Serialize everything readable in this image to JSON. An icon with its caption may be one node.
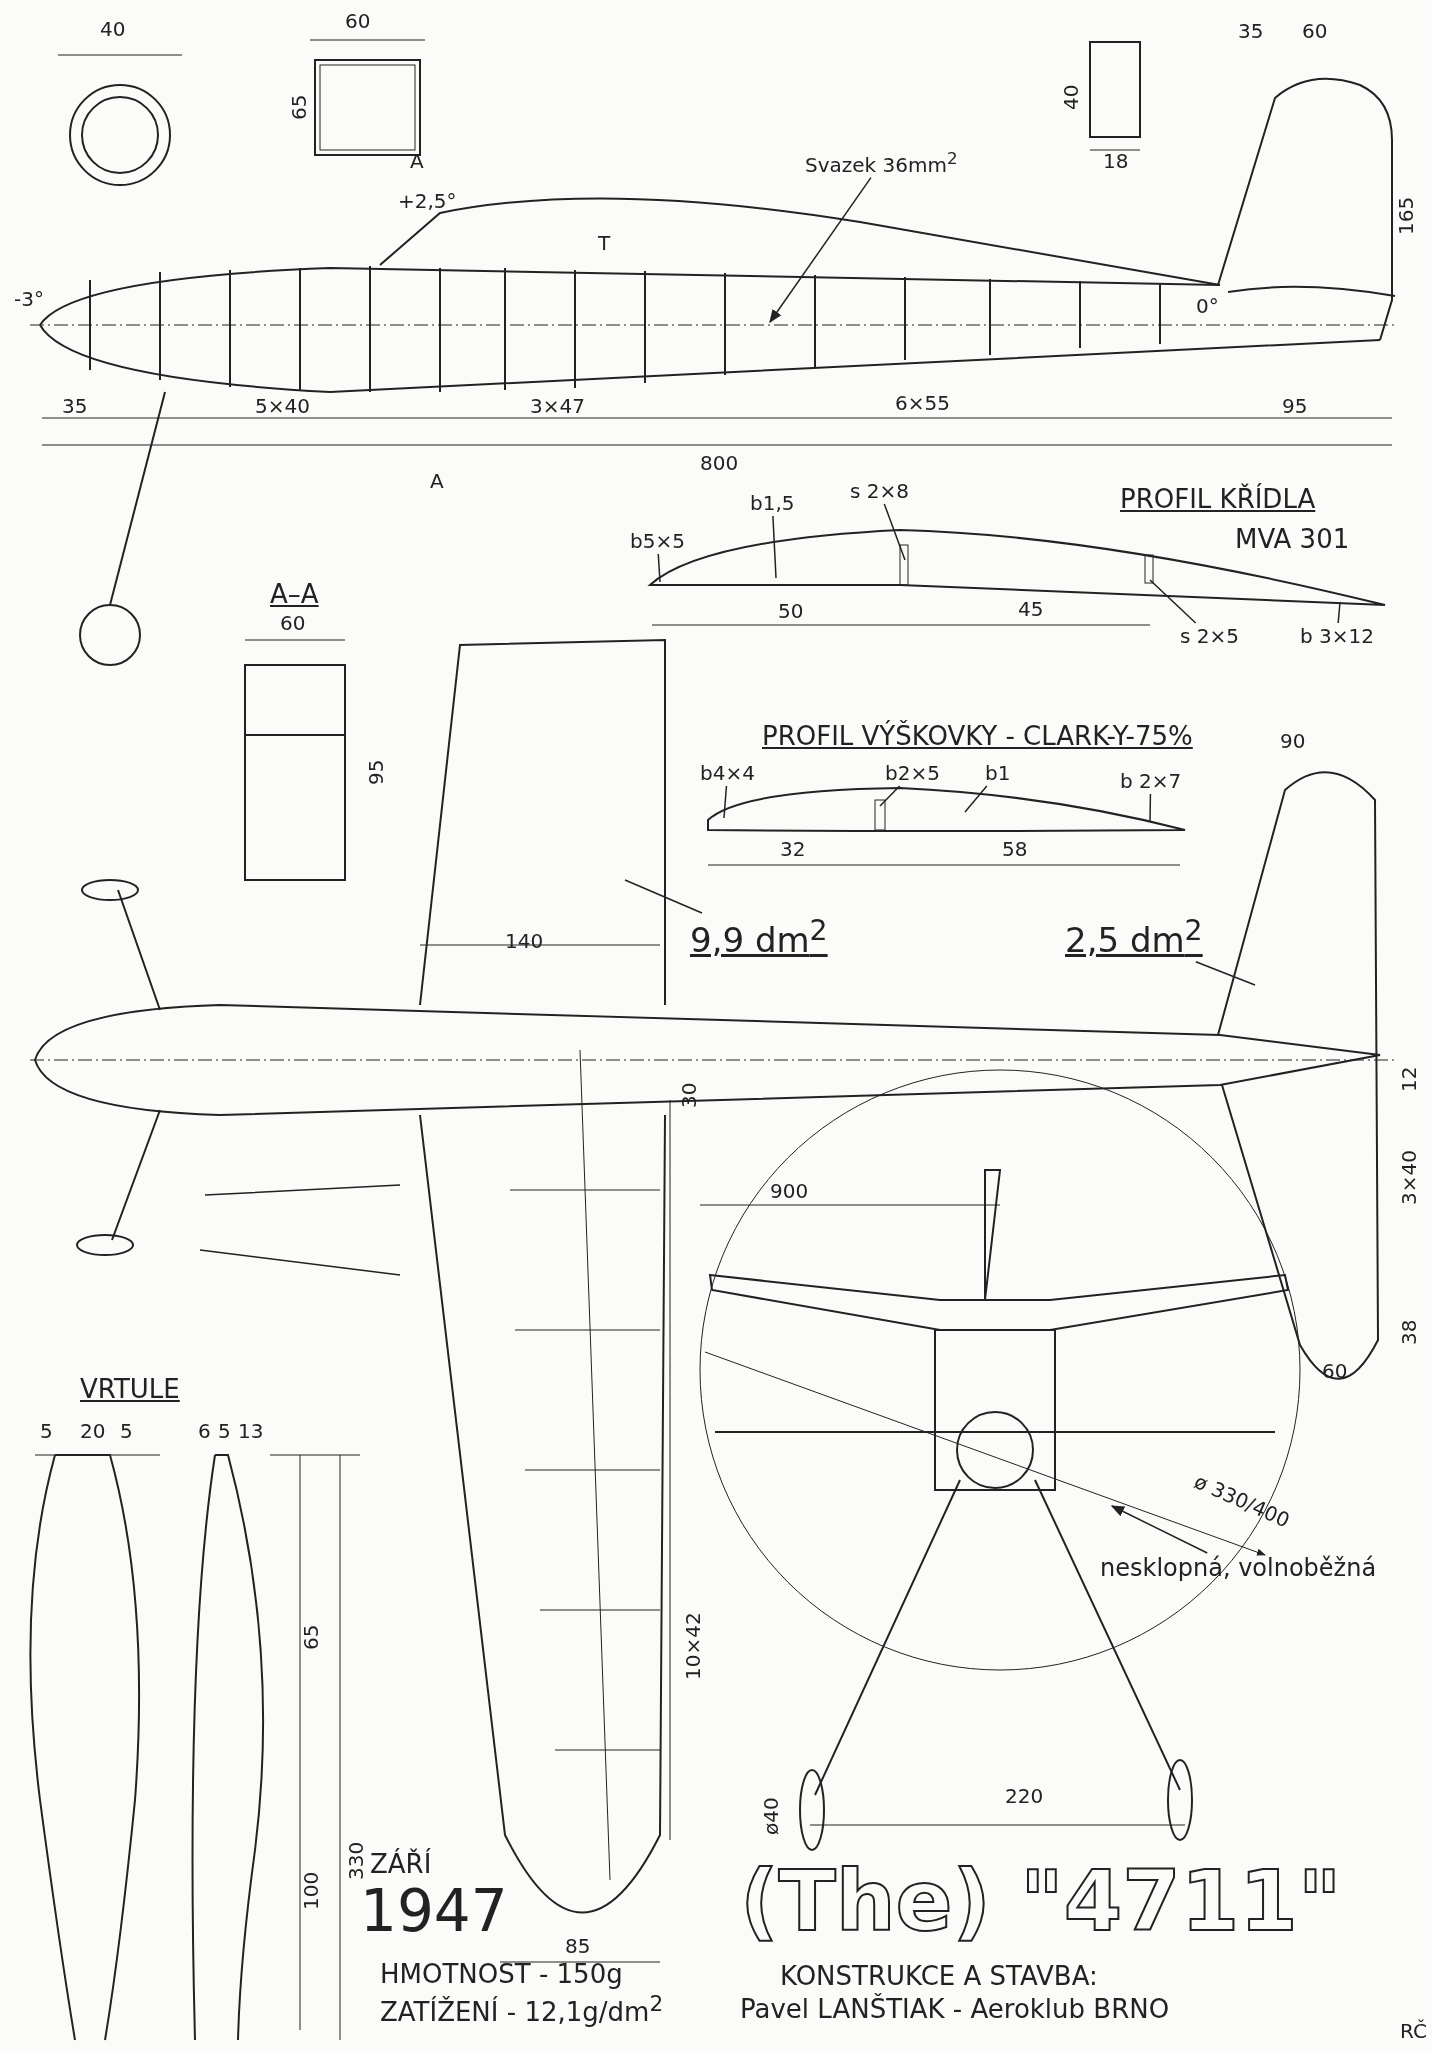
{
  "diagram": {
    "title": "(The) \"4711\"",
    "nodes": [
      {
        "text": [
          "Svazek 36mm$^{2}$"
        ]
      },
      {
        "text": [
          "b1,5"
        ]
      },
      {
        "text": [
          "s 2×8"
        ]
      },
      {
        "text": [
          "b5×5"
        ]
      },
      {
        "text": [
          "s 2×5"
        ]
      },
      {
        "text": [
          "b 3×12"
        ]
      },
      {
        "text": [
          "b4×4"
        ]
      },
      {
        "text": [
          "b2×5"
        ]
      },
      {
        "text": [
          "b1"
        ]
      },
      {
        "text": [
          "b 2×7"
        ]
      },
      {
        "text": [
          "9,9 dm$^{2}$"
        ]
      },
      {
        "text": [
          "2,5 dm$^{2}$"
        ]
      },
      {
        "text": [
          "nesklopná, volnoběžná"
        ]
      }
    ],
    "edges": [
      {
        "from": 0,
        "to": null,
        "arrow": "to"
      },
      {
        "from": 1,
        "to": null,
        "arrow": "none"
      },
      {
        "from": 2,
        "to": null,
        "arrow": "none"
      },
      {
        "from": 3,
        "to": null,
        "arrow": "none"
      },
      {
        "from": 4,
        "to": null,
        "arrow": "none"
      },
      {
        "from": 5,
        "to": null,
        "arrow": "none"
      },
      {
        "from": 6,
        "to": null,
        "arrow": "none"
      },
      {
        "from": 7,
        "to": null,
        "arrow": "none"
      },
      {
        "from": 8,
        "to": null,
        "arrow": "none"
      },
      {
        "from": 9,
        "to": null,
        "arrow": "none"
      },
      {
        "from": 10,
        "to": null,
        "arrow": "none"
      },
      {
        "from": 11,
        "to": null,
        "arrow": "none"
      },
      {
        "from": 12,
        "to": null,
        "arrow": "to"
      }
    ],
    "labels": [
      "40",
      "60",
      "65",
      "A",
      "+2,5°",
      "T",
      "-3°",
      "35",
      "5×40",
      "3×47",
      "800",
      "A",
      "A–A",
      "60",
      "95",
      "40",
      "18",
      "35",
      "60",
      "165",
      "0°",
      "6×55",
      "95",
      "PROFIL KŘÍDLA",
      "MVA 301",
      "50",
      "45",
      "PROFIL VÝŠKOVKY - CLARK-Y-75%",
      "32",
      "58",
      "90",
      "140",
      "30",
      "12",
      "3×40",
      "38",
      "60",
      "900",
      "ø 330/400",
      "VRTULE",
      "5",
      "20",
      "5",
      "6",
      "5",
      "13",
      "65",
      "100",
      "330",
      "10×42",
      "85",
      "ZÁŘÍ",
      "1947",
      "HMOTNOST - 150g",
      "ZATÍŽENÍ - 12,1g/dm$^{2}$",
      "ø40",
      "220",
      "KONSTRUKCE A STAVBA:",
      "Pavel LANŠTIAK - Aeroklub BRNO",
      "RČ"
    ]
  }
}
